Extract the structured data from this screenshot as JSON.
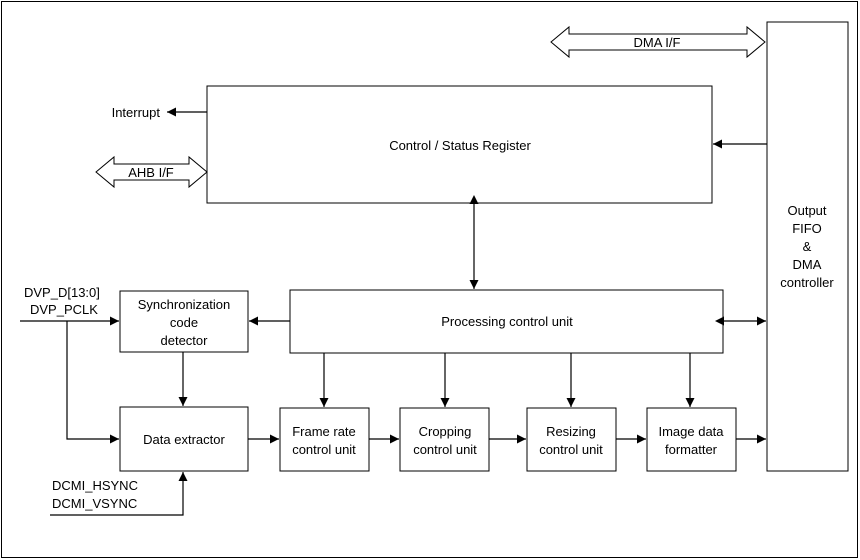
{
  "signals": {
    "interrupt": "Interrupt",
    "ahb_if": "AHB I/F",
    "dma_if": "DMA I/F",
    "dvp_d": "DVP_D[13:0]",
    "dvp_pclk": "DVP_PCLK",
    "dcmi_hsync": "DCMI_HSYNC",
    "dcmi_vsync": "DCMI_VSYNC"
  },
  "blocks": {
    "control_status_register": [
      "Control / Status Register"
    ],
    "output_fifo_dma": [
      "Output",
      "FIFO",
      "&",
      "DMA",
      "controller"
    ],
    "sync_code_detector": [
      "Synchronization",
      "code",
      "detector"
    ],
    "processing_control_unit": [
      "Processing control unit"
    ],
    "data_extractor": [
      "Data extractor"
    ],
    "frame_rate_control_unit": [
      "Frame rate",
      "control unit"
    ],
    "cropping_control_unit": [
      "Cropping",
      "control unit"
    ],
    "resizing_control_unit": [
      "Resizing",
      "control unit"
    ],
    "image_data_formatter": [
      "Image data",
      "formatter"
    ]
  }
}
